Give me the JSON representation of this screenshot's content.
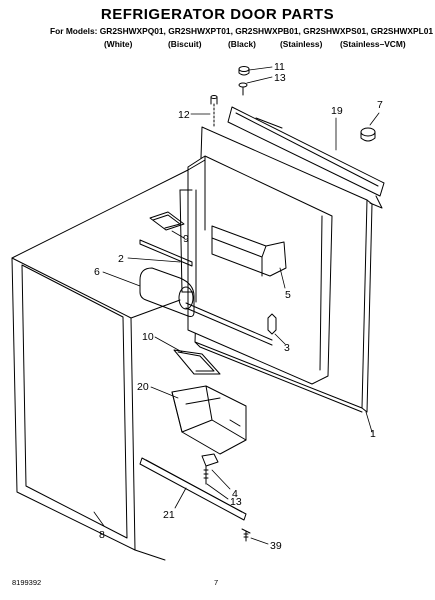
{
  "header": {
    "title": "REFRIGERATOR DOOR PARTS",
    "models_label": "For Models:",
    "models": "GR2SHWXPQ01, GR2SHWXPT01, GR2SHWXPB01, GR2SHWXPS01, GR2SHWXPL01",
    "variants": [
      "(White)",
      "(Biscuit)",
      "(Black)",
      "(Stainless)",
      "(Stainless–VCM)"
    ]
  },
  "callouts": {
    "c11": "11",
    "c13a": "13",
    "c7": "7",
    "c19": "19",
    "c12": "12",
    "c9": "9",
    "c2": "2",
    "c6": "6",
    "c5": "5",
    "c10": "10",
    "c3": "3",
    "c20": "20",
    "c1": "1",
    "c4": "4",
    "c13b": "13",
    "c21": "21",
    "c8": "8",
    "c39": "39"
  },
  "footer": {
    "doc_number": "8199392",
    "page_number": "7"
  }
}
